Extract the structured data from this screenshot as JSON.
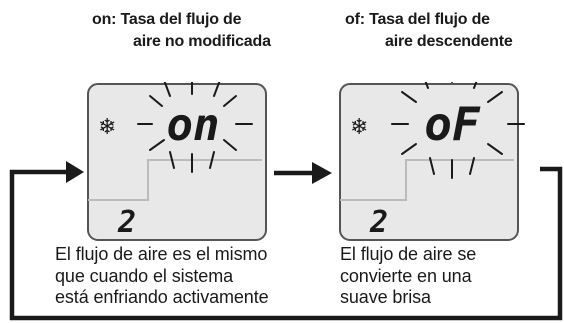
{
  "panels": [
    {
      "id": "on",
      "heading_line1": "on: Tasa del flujo de",
      "heading_line2": "aire no modificada",
      "display_text": "on",
      "fan_speed": "2",
      "description": [
        "El flujo de aire es el mismo",
        "que cuando el sistema",
        "está enfriando activamente"
      ]
    },
    {
      "id": "of",
      "heading_line1": "of: Tasa del flujo de",
      "heading_line2": "aire descendente",
      "display_text": "oF",
      "fan_speed": "2",
      "description": [
        "El flujo de aire se",
        "convierte en una",
        "suave brisa"
      ]
    }
  ],
  "icons": {
    "mode": "snowflake-icon",
    "blink": "blink-rays-icon",
    "arrow": "arrow-right-icon"
  },
  "colors": {
    "ink": "#1a1a1a",
    "lcd_border": "#555555",
    "lcd_fill": "#e8e8e8",
    "segment_shadow": "#bbbbbb"
  }
}
